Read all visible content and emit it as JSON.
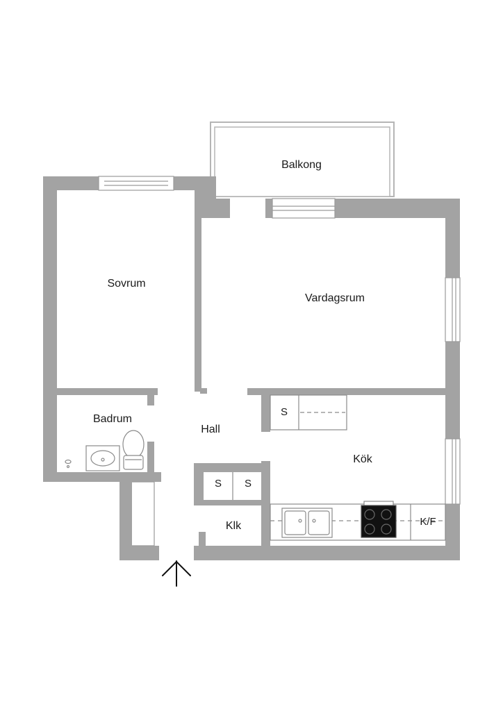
{
  "rooms": {
    "balcony": "Balkong",
    "bedroom": "Sovrum",
    "living_room": "Vardagsrum",
    "bathroom": "Badrum",
    "hall": "Hall",
    "kitchen": "Kök",
    "closet": "Klk"
  },
  "fixtures": {
    "storage_kitchen": "S",
    "storage_hall_1": "S",
    "storage_hall_2": "S",
    "fridge_freezer": "K/F"
  },
  "colors": {
    "wall": "#a3a3a3",
    "fixture_stroke": "#8a8a8a",
    "background": "#ffffff"
  }
}
